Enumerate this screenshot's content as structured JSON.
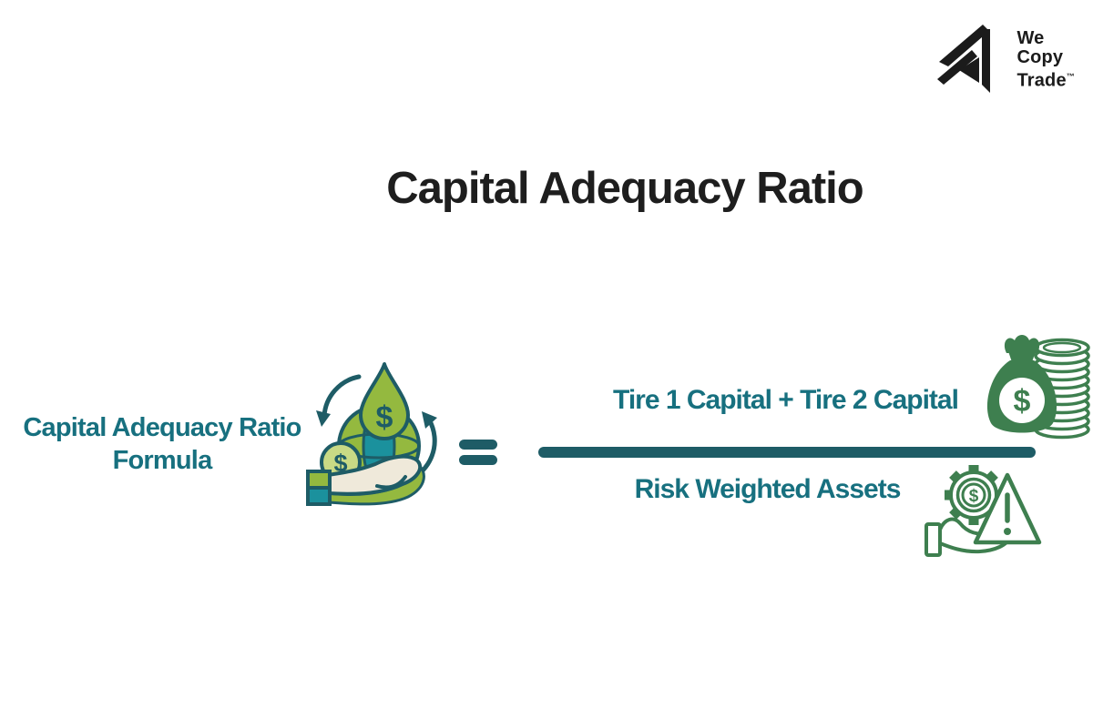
{
  "brand": {
    "word1": "We",
    "word2": "Copy",
    "word3": "Trade",
    "trademark": "™"
  },
  "title": {
    "text": "Capital Adequacy Ratio"
  },
  "formula": {
    "label_line1": "Capital Adequacy Ratio",
    "label_line2": "Formula",
    "equals_symbol": "=",
    "numerator": "Tire 1 Capital + Tire 2 Capital",
    "denominator": "Risk Weighted Assets"
  },
  "icons": {
    "dollar": "$",
    "logo_mark": "wecopytrade-arrow-icon",
    "hand_globe": "hand-holding-dollar-globe-icon",
    "money_bag": "money-bag-and-coin-stack-icon",
    "risk_gear": "hand-gear-warning-triangle-icon"
  },
  "colors": {
    "ink": "#1b1b1b",
    "teal_text": "#17707f",
    "dark_teal": "#1e5c66",
    "green": "#3e7f4f",
    "lime": "#94b93f",
    "globe_teal": "#1b919d",
    "coin": "#c9da85",
    "cream": "#efe9da",
    "bg": "#ffffff"
  }
}
